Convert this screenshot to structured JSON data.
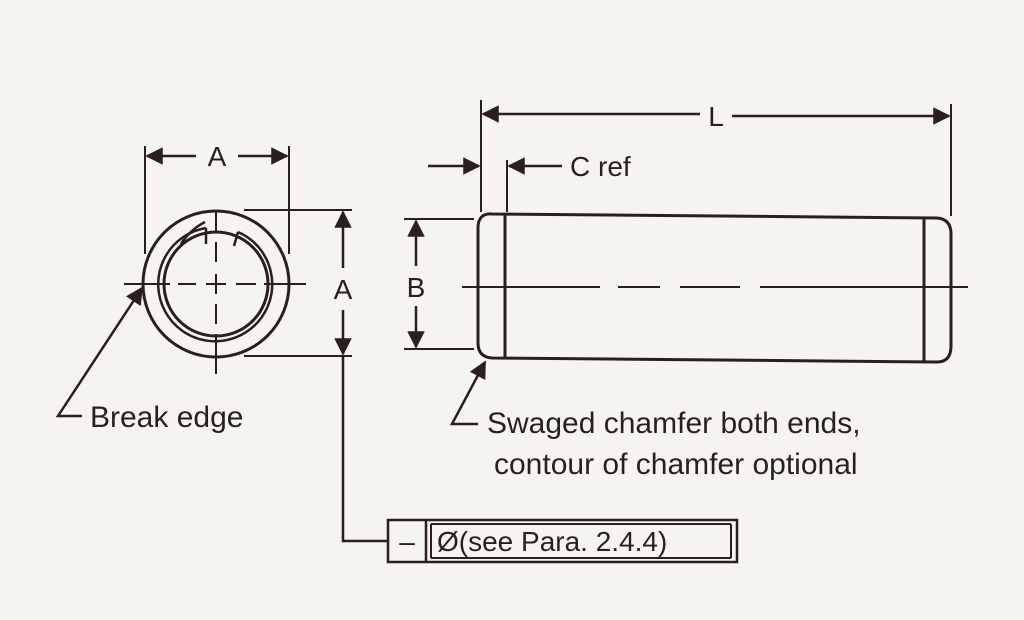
{
  "diagram": {
    "end_view": {
      "width_label": "A",
      "height_label": "A",
      "break_edge_label": "Break edge"
    },
    "side_view": {
      "length_label": "L",
      "chamfer_ref_label": "C ref",
      "diameter_label": "B",
      "note_line_1": "Swaged chamfer both ends,",
      "note_line_2": "contour of chamfer optional"
    },
    "feature_control_frame": {
      "symbol": "–",
      "spec": "Ø(see Para. 2.4.4)"
    },
    "colors": {
      "ink": "#2a1f1d",
      "paper": "#f6f4f1"
    }
  }
}
